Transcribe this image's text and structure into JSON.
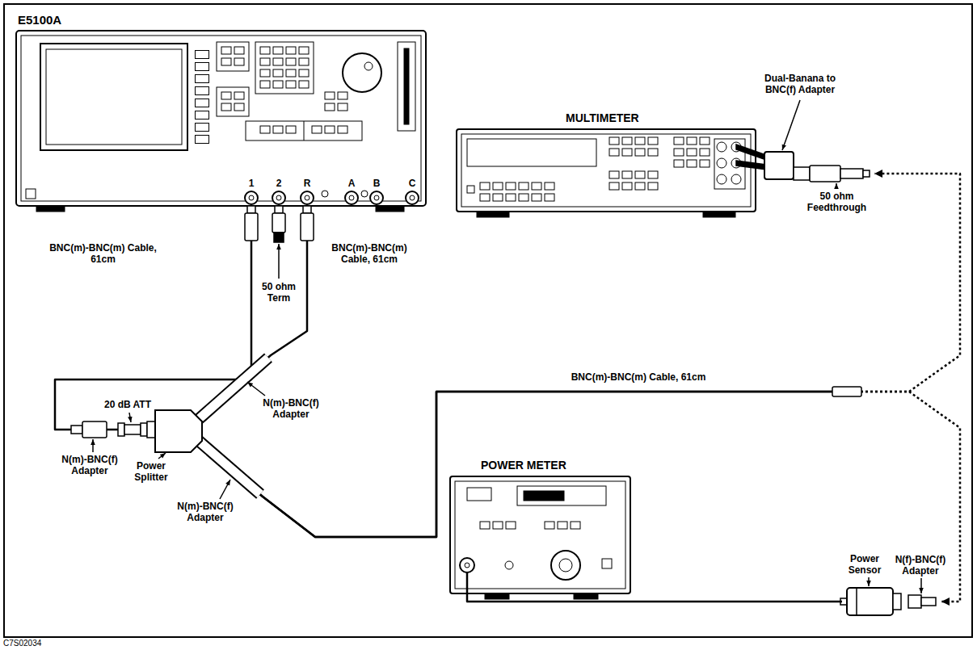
{
  "diagram": {
    "nodes": [
      {
        "text": [
          "E5100A"
        ]
      },
      {
        "text": [
          "MULTIMETER"
        ]
      },
      {
        "text": [
          "Power Splitter"
        ]
      },
      {
        "text": [
          "POWER METER"
        ]
      },
      {
        "text": [
          "Power Sensor"
        ]
      }
    ],
    "edges": [
      {
        "from": 0,
        "to": 2,
        "arrow": "none"
      },
      {
        "from": 0,
        "to": 2,
        "arrow": "none"
      },
      {
        "from": 2,
        "to": 1,
        "arrow": "to"
      },
      {
        "from": 2,
        "to": 4,
        "arrow": "to"
      },
      {
        "from": 3,
        "to": 4,
        "arrow": "none"
      }
    ],
    "labels": [
      "1",
      "2",
      "R",
      "A",
      "B",
      "C",
      "Dual-Banana to BNC(f) Adapter",
      "BNC(m)-BNC(m) Cable, 61cm",
      "BNC(m)-BNC(m) Cable, 61cm",
      "50 ohm Feedthrough",
      "50 ohm Term",
      "BNC(m)-BNC(m) Cable, 61cm",
      "20 dB ATT",
      "N(m)-BNC(f) Adapter",
      "N(m)-BNC(f) Adapter",
      "N(m)-BNC(f) Adapter",
      "N(f)-BNC(f) Adapter",
      "C7S02034"
    ]
  }
}
